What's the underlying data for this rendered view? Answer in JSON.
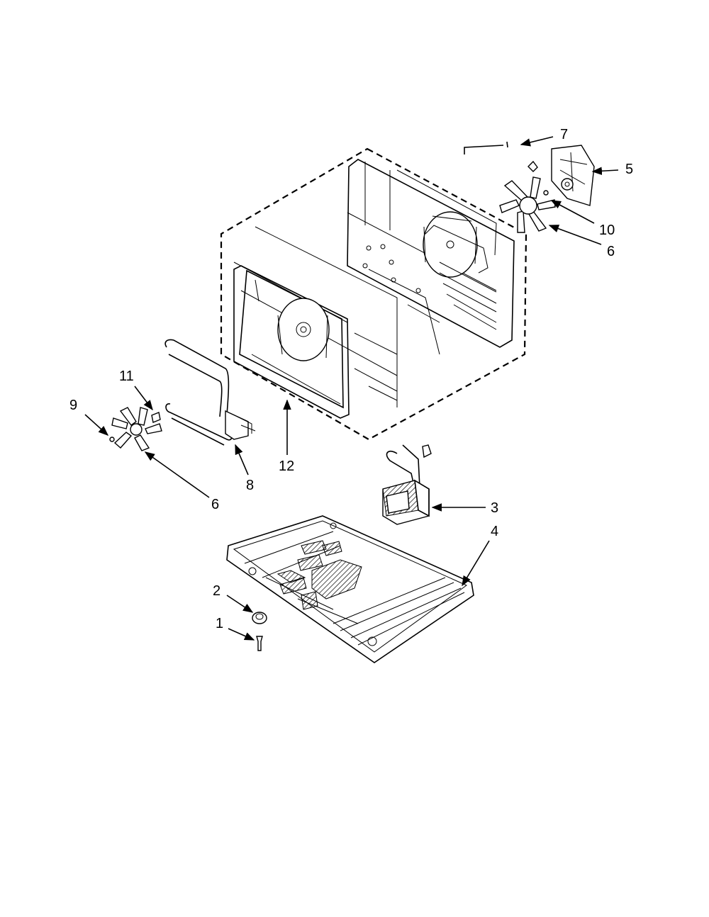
{
  "callouts": {
    "c1": "1",
    "c2": "2",
    "c3": "3",
    "c4": "4",
    "c5": "5",
    "c6_right": "6",
    "c6_left": "6",
    "c7": "7",
    "c8": "8",
    "c9": "9",
    "c10": "10",
    "c11": "11",
    "c12": "12"
  }
}
